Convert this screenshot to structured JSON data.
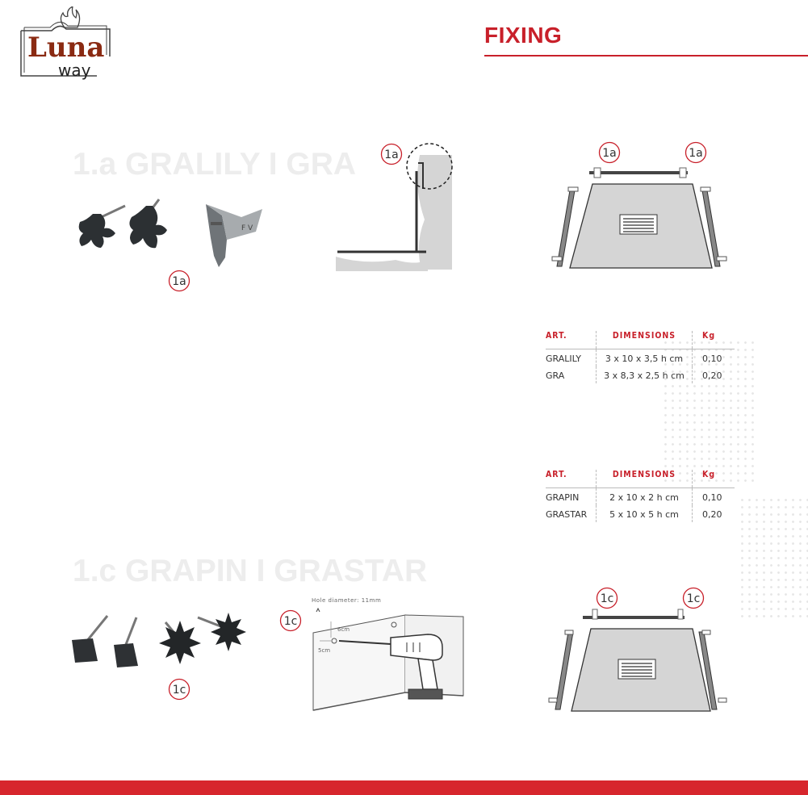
{
  "brand": {
    "logo_line1": "Luna",
    "logo_line2": "way"
  },
  "page_title": "FIXING",
  "sections": {
    "a": {
      "heading": "1.a GRALILY I GRA",
      "label": "1a"
    },
    "c": {
      "heading": "1.c GRAPIN I GRASTAR",
      "label": "1c"
    }
  },
  "drill_diagram": {
    "hole_label": "Hole diameter: 11mm",
    "dim_1": "6cm",
    "dim_2": "5cm"
  },
  "table_a": {
    "headers": [
      "ART.",
      "DIMENSIONS",
      "Kg"
    ],
    "rows": [
      [
        "GRALILY",
        "3 x 10 x 3,5 h cm",
        "0,10"
      ],
      [
        "GRA",
        "3 x 8,3 x 2,5 h cm",
        "0,20"
      ]
    ]
  },
  "table_c": {
    "headers": [
      "ART.",
      "DIMENSIONS",
      "Kg"
    ],
    "rows": [
      [
        "GRAPIN",
        "2 x 10 x 2 h cm",
        "0,10"
      ],
      [
        "GRASTAR",
        "5 x 10 x 5 h cm",
        "0,20"
      ]
    ]
  },
  "colors": {
    "accent": "#c8202a",
    "bar": "#d7262d"
  }
}
